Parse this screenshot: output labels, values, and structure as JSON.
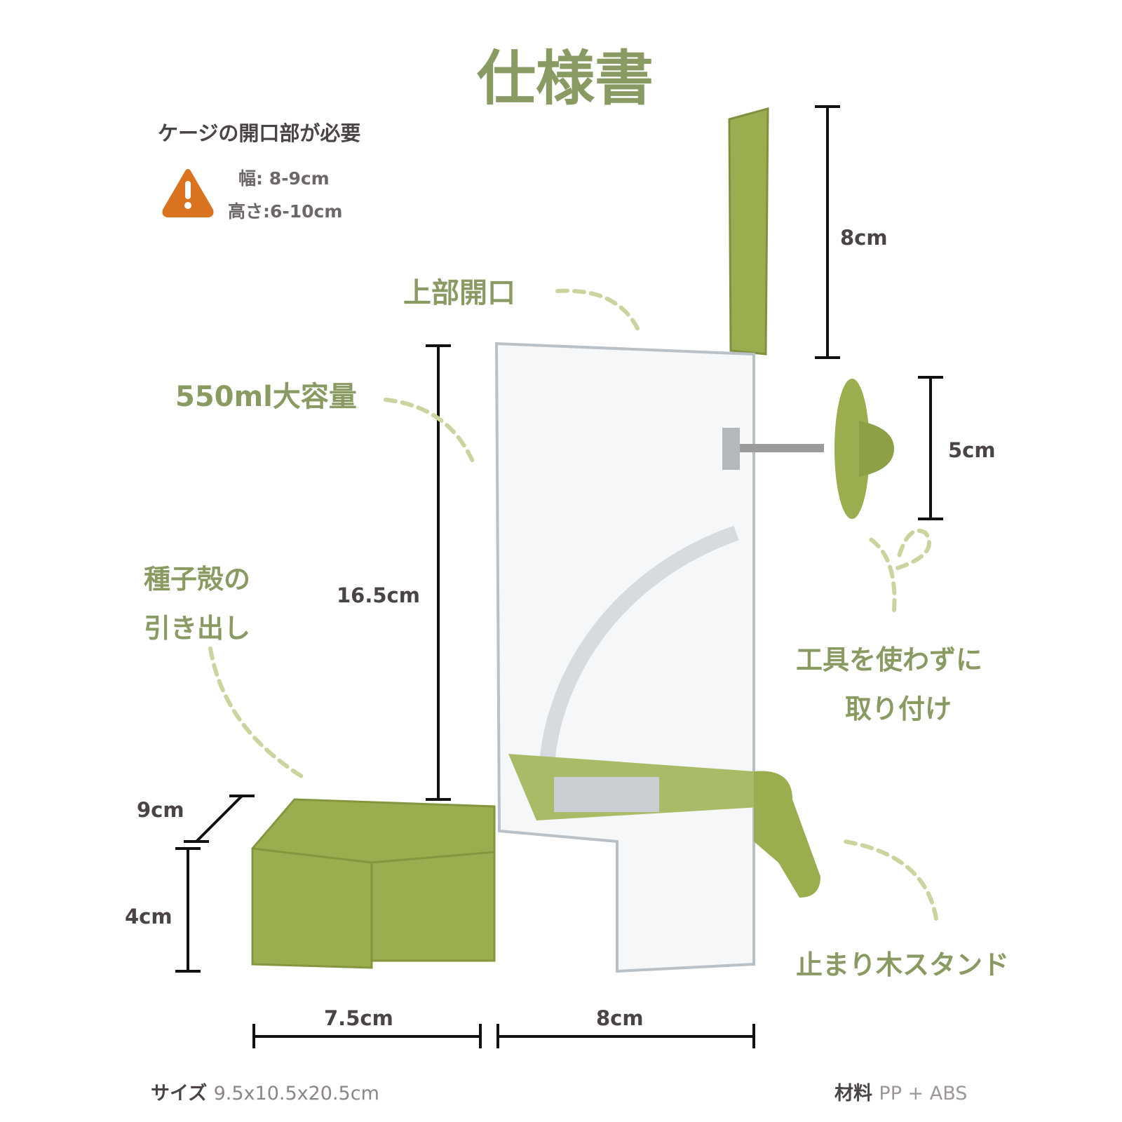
{
  "title": "仕様書",
  "requirement": {
    "heading": "ケージの開口部が必要",
    "width": "幅: 8-9cm",
    "height": "高さ:6-10cm",
    "icon": "warning-icon",
    "icon_color": "#d9731f"
  },
  "callouts": {
    "top_opening": "上部開口",
    "capacity": "550ml大容量",
    "drawer_line1": "種子殻の",
    "drawer_line2": "引き出し",
    "toolless_line1": "工具を使わずに",
    "toolless_line2": "取り付け",
    "perch": "止まり木スタンド"
  },
  "dimensions": {
    "lid_height": "8cm",
    "mount_diameter": "5cm",
    "body_height": "16.5cm",
    "drawer_depth": "9cm",
    "drawer_height": "4cm",
    "drawer_width": "7.5cm",
    "body_width": "8cm"
  },
  "footer": {
    "size_label": "サイズ",
    "size_value": "9.5x10.5x20.5cm",
    "material_label": "材料",
    "material_value": "PP + ABS"
  },
  "colors": {
    "accent_green": "#9aad4f",
    "text_green": "#8a9a63"
  }
}
